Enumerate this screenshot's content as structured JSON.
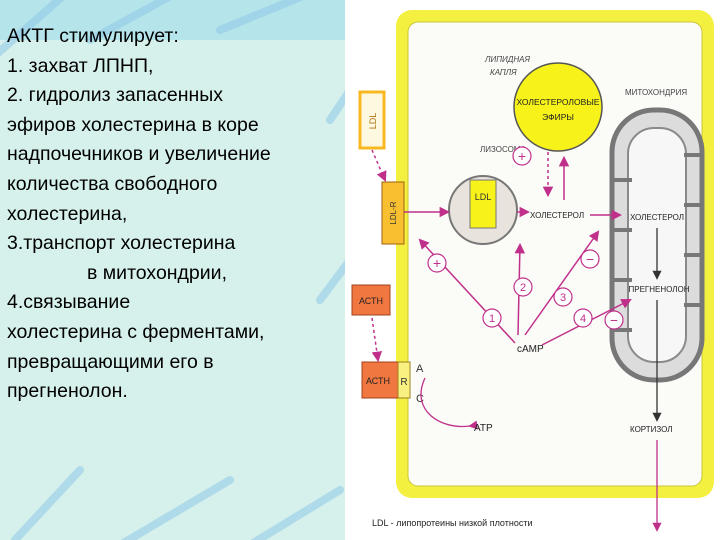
{
  "slide": {
    "lines": [
      "АКТГ стимулирует:",
      "1. захват ЛПНП,",
      "2. гидролиз запасенных",
      "эфиров холестерина в коре",
      "надпочечников и увеличение",
      "количества свободного",
      "холестерина,",
      "3.транспорт холестерина",
      "в митохондрии,",
      "4.связывание",
      "холестерина с ферментами,",
      "превращающими его в",
      "прегненолон."
    ]
  },
  "diagram": {
    "lipid_drop_label": [
      "ЛИПИДНАЯ",
      "КАПЛЯ"
    ],
    "cholesterol_esters": [
      "ХОЛЕСТЕРОЛОВЫЕ",
      "ЭФИРЫ"
    ],
    "mitochondria_label": "МИТОХОНДРИЯ",
    "lysosome_label": "ЛИЗОСОМА",
    "ldl": "LDL",
    "ldl_receptor": "LDL-R",
    "cholesterol": "ХОЛЕСТЕРОЛ",
    "mito_cholesterol": "ХОЛЕСТЕРОЛ",
    "pregnenolone": "ПРЕГНЕНОЛОН",
    "acth": "АСТН",
    "acth_receptor": "АСТН",
    "r": "R",
    "ac": [
      "A",
      "C"
    ],
    "camp": "cAMP",
    "atp": "ATP",
    "cortisol": "КОРТИЗОЛ",
    "plus": "+",
    "minus": "−",
    "step1": "1",
    "step2": "2",
    "step3": "3",
    "step4": "4",
    "footnote": "LDL - липопротеины низкой плотности",
    "colors": {
      "cell_border": "#f4f040",
      "cell_fill": "#fbfbf8",
      "lipid_drop": "#f6f21a",
      "receptor": "#f8b820",
      "acth": "#f07840",
      "arrow": "#c0308a",
      "ink": "#333333"
    }
  }
}
